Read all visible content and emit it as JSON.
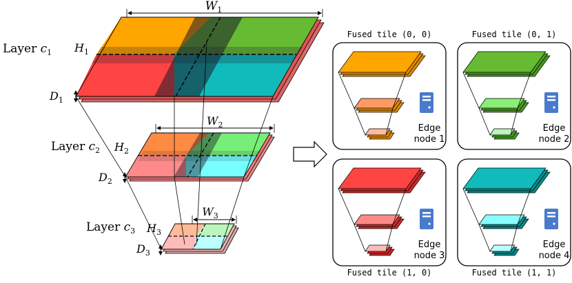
{
  "layers": [
    {
      "label": "Layer ",
      "var": "c",
      "sub": "1",
      "width": "W",
      "width_sub": "1",
      "height": "H",
      "height_sub": "1",
      "depth": "D",
      "depth_sub": "1"
    },
    {
      "label": "Layer ",
      "var": "c",
      "sub": "2",
      "width": "W",
      "width_sub": "2",
      "height": "H",
      "height_sub": "2",
      "depth": "D",
      "depth_sub": "2"
    },
    {
      "label": "Layer ",
      "var": "c",
      "sub": "3",
      "width": "W",
      "width_sub": "3",
      "height": "H",
      "height_sub": "3",
      "depth": "D",
      "depth_sub": "3"
    }
  ],
  "tiles": [
    {
      "title": "Fused tile (0, 0)",
      "node_line1": "Edge",
      "node_line2": "node 1"
    },
    {
      "title": "Fused tile (0, 1)",
      "node_line1": "Edge",
      "node_line2": "node 2"
    },
    {
      "title": "Fused tile (1, 0)",
      "node_line1": "Edge",
      "node_line2": "node 3"
    },
    {
      "title": "Fused tile (1, 1)",
      "node_line1": "Edge",
      "node_line2": "node 4"
    }
  ],
  "colors": {
    "orange": "#ffa500",
    "green": "#66bb33",
    "red": "#ff4444",
    "cyan": "#11bbbb",
    "dark_overlay": "#1a1a2a",
    "server": "#4a7acc"
  }
}
